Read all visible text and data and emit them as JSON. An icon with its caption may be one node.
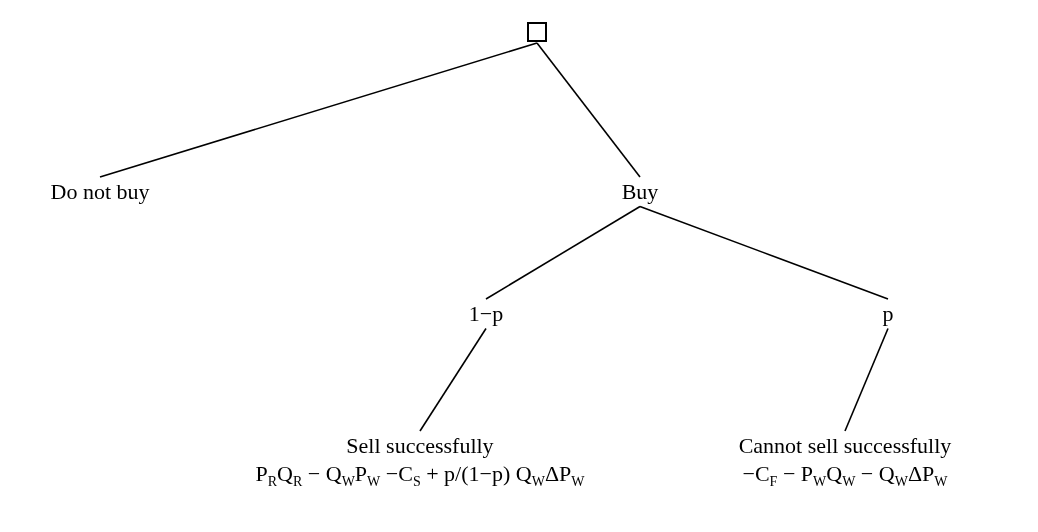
{
  "diagram": {
    "nodes": [
      {
        "text": [],
        "shape": "box"
      },
      {
        "text": [
          "Do not buy"
        ]
      },
      {
        "text": [
          "Buy"
        ]
      },
      {
        "text": [
          "1−p"
        ]
      },
      {
        "text": [
          "p"
        ]
      },
      {
        "text": [
          "Sell successfully",
          "P$_{R}$Q$_{R}$ − Q$_{W}$P$_{W}$ −C$_{S}$ + p/(1−p) Q$_{W}$ΔP$_{W}$"
        ]
      },
      {
        "text": [
          "Cannot sell successfully",
          "−C$_{F}$ − P$_{W}$Q$_{W}$ − Q$_{W}$ΔP$_{W}$"
        ]
      }
    ],
    "edges": [
      {
        "from": 0,
        "to": 1,
        "arrow": "none"
      },
      {
        "from": 0,
        "to": 2,
        "arrow": "none"
      },
      {
        "from": 2,
        "to": 3,
        "arrow": "none"
      },
      {
        "from": 2,
        "to": 4,
        "arrow": "none"
      },
      {
        "from": 3,
        "to": 5,
        "arrow": "none"
      },
      {
        "from": 4,
        "to": 6,
        "arrow": "none"
      }
    ]
  }
}
